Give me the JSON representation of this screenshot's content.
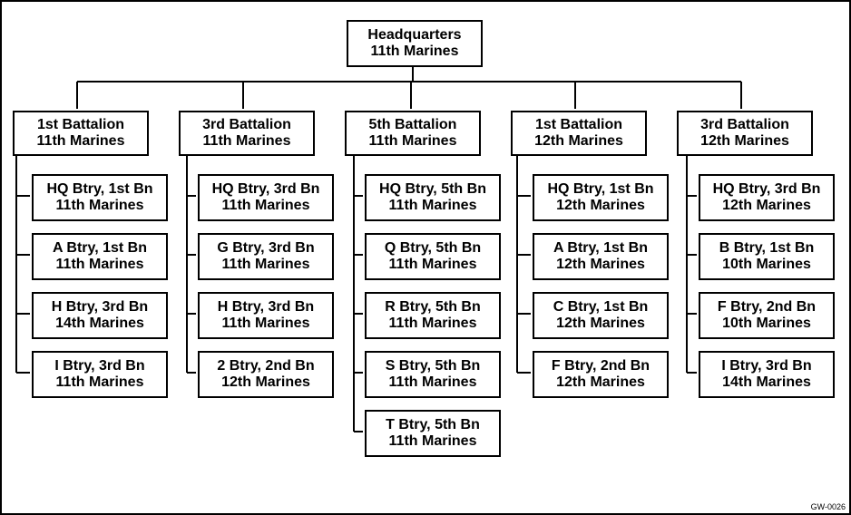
{
  "headquarters": {
    "line1": "Headquarters",
    "line2": "11th Marines"
  },
  "battalions": [
    {
      "line1": "1st Battalion",
      "line2": "11th Marines",
      "batteries": [
        {
          "line1": "HQ Btry, 1st Bn",
          "line2": "11th Marines"
        },
        {
          "line1": "A Btry, 1st Bn",
          "line2": "11th Marines"
        },
        {
          "line1": "H Btry, 3rd Bn",
          "line2": "14th Marines"
        },
        {
          "line1": "I Btry, 3rd Bn",
          "line2": "11th Marines"
        }
      ]
    },
    {
      "line1": "3rd Battalion",
      "line2": "11th Marines",
      "batteries": [
        {
          "line1": "HQ Btry, 3rd Bn",
          "line2": "11th Marines"
        },
        {
          "line1": "G Btry, 3rd Bn",
          "line2": "11th Marines"
        },
        {
          "line1": "H Btry, 3rd Bn",
          "line2": "11th Marines"
        },
        {
          "line1": "2 Btry, 2nd Bn",
          "line2": "12th Marines"
        }
      ]
    },
    {
      "line1": "5th Battalion",
      "line2": "11th Marines",
      "batteries": [
        {
          "line1": "HQ Btry, 5th Bn",
          "line2": "11th Marines"
        },
        {
          "line1": "Q Btry, 5th Bn",
          "line2": "11th Marines"
        },
        {
          "line1": "R Btry, 5th Bn",
          "line2": "11th Marines"
        },
        {
          "line1": "S Btry, 5th Bn",
          "line2": "11th Marines"
        },
        {
          "line1": "T Btry, 5th Bn",
          "line2": "11th Marines"
        }
      ]
    },
    {
      "line1": "1st Battalion",
      "line2": "12th Marines",
      "batteries": [
        {
          "line1": "HQ Btry, 1st Bn",
          "line2": "12th Marines"
        },
        {
          "line1": "A Btry, 1st Bn",
          "line2": "12th Marines"
        },
        {
          "line1": "C Btry, 1st Bn",
          "line2": "12th Marines"
        },
        {
          "line1": "F Btry, 2nd Bn",
          "line2": "12th Marines"
        }
      ]
    },
    {
      "line1": "3rd Battalion",
      "line2": "12th Marines",
      "batteries": [
        {
          "line1": "HQ Btry, 3rd Bn",
          "line2": "12th Marines"
        },
        {
          "line1": "B Btry, 1st Bn",
          "line2": "10th Marines"
        },
        {
          "line1": "F Btry, 2nd Bn",
          "line2": "10th Marines"
        },
        {
          "line1": "I Btry, 3rd Bn",
          "line2": "14th Marines"
        }
      ]
    }
  ],
  "figure_code": "GW-0026",
  "colors": {
    "line": "#000000",
    "box_fill": "#ffffff"
  }
}
